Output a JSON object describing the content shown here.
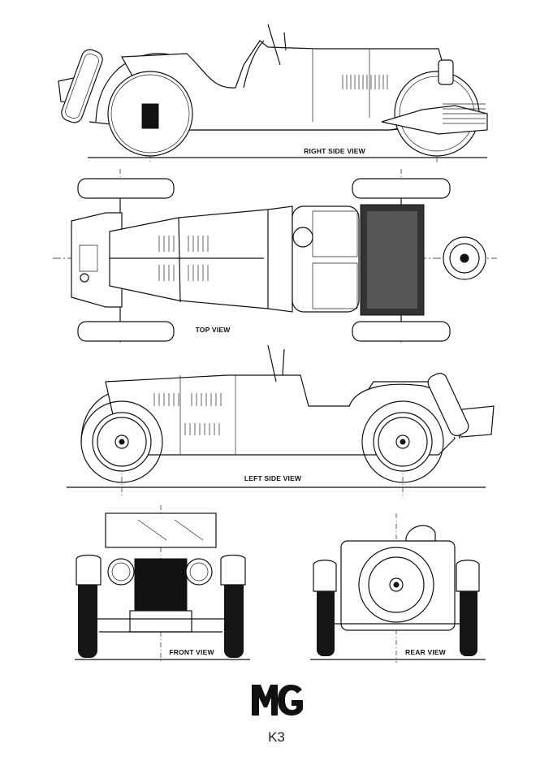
{
  "views": {
    "right_side": {
      "label": "RIGHT SIDE VIEW"
    },
    "top": {
      "label": "TOP VIEW"
    },
    "left_side": {
      "label": "LEFT SIDE VIEW"
    },
    "front": {
      "label": "FRONT VIEW"
    },
    "rear": {
      "label": "REAR VIEW"
    }
  },
  "logo": {
    "brand": "MG"
  },
  "model": "K3"
}
